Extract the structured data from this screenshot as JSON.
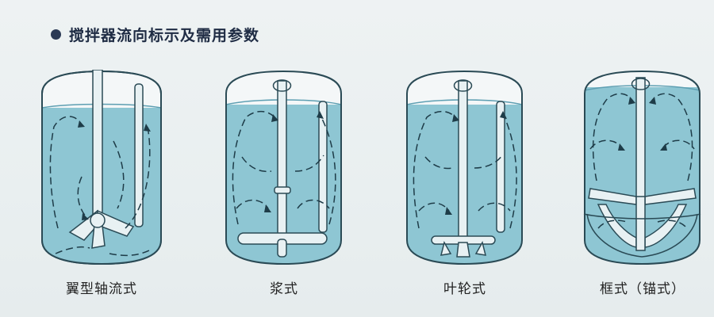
{
  "header": {
    "title": "搅拌器流向标示及需用参数"
  },
  "diagrams": [
    {
      "caption": "翼型轴流式",
      "impeller": "hydrofoil"
    },
    {
      "caption": "浆式",
      "impeller": "paddle"
    },
    {
      "caption": "叶轮式",
      "impeller": "turbine"
    },
    {
      "caption": "框式（锚式）",
      "impeller": "anchor"
    }
  ],
  "colors": {
    "liquid": "#8ec6d3",
    "liquid_dark": "#6fb0c2",
    "outline": "#2a4a55",
    "flow": "#1e3c48"
  }
}
